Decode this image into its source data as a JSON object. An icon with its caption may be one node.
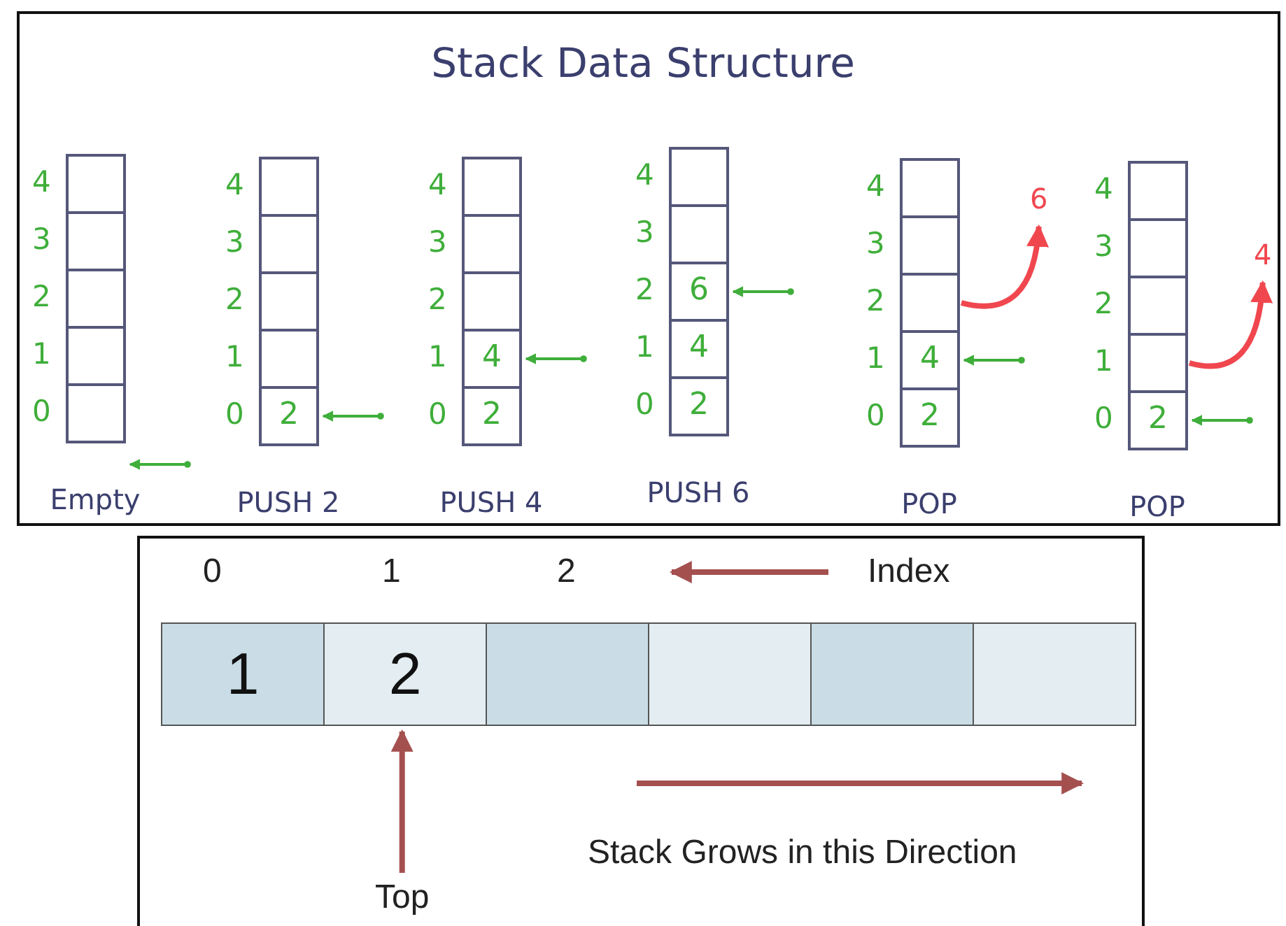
{
  "diagram": {
    "title": "Stack Data Structure",
    "nodes": [
      {
        "text": [
          "Empty"
        ]
      },
      {
        "text": [],
        "shape": "box",
        "in": 0
      },
      {
        "text": [],
        "shape": "box",
        "in": 0
      },
      {
        "text": [],
        "shape": "box",
        "in": 0
      },
      {
        "text": [],
        "shape": "box",
        "in": 0
      },
      {
        "text": [],
        "shape": "box",
        "in": 0
      },
      {
        "text": [
          "PUSH 2"
        ]
      },
      {
        "text": [],
        "shape": "box",
        "in": 6
      },
      {
        "text": [],
        "shape": "box",
        "in": 6
      },
      {
        "text": [],
        "shape": "box",
        "in": 6
      },
      {
        "text": [],
        "shape": "box",
        "in": 6
      },
      {
        "text": [
          "2"
        ],
        "in": 6
      },
      {
        "text": [
          "PUSH 4"
        ]
      },
      {
        "text": [],
        "shape": "box",
        "in": 12
      },
      {
        "text": [],
        "shape": "box",
        "in": 12
      },
      {
        "text": [],
        "shape": "box",
        "in": 12
      },
      {
        "text": [
          "4"
        ],
        "in": 12
      },
      {
        "text": [
          "2"
        ],
        "in": 12
      },
      {
        "text": [
          "PUSH 6"
        ]
      },
      {
        "text": [],
        "shape": "box",
        "in": 18
      },
      {
        "text": [],
        "shape": "box",
        "in": 18
      },
      {
        "text": [
          "6"
        ],
        "in": 18
      },
      {
        "text": [
          "4"
        ],
        "in": 18
      },
      {
        "text": [
          "2"
        ],
        "in": 18
      },
      {
        "text": [
          "POP"
        ]
      },
      {
        "text": [],
        "shape": "box",
        "in": 24
      },
      {
        "text": [],
        "shape": "box",
        "in": 24
      },
      {
        "text": [],
        "shape": "box",
        "in": 24
      },
      {
        "text": [
          "4"
        ],
        "in": 24
      },
      {
        "text": [
          "2"
        ],
        "in": 24
      },
      {
        "text": [
          "6"
        ]
      },
      {
        "text": [
          "POP"
        ]
      },
      {
        "text": [],
        "shape": "box",
        "in": 31
      },
      {
        "text": [],
        "shape": "box",
        "in": 31
      },
      {
        "text": [],
        "shape": "box",
        "in": 31
      },
      {
        "text": [],
        "shape": "box",
        "in": 31
      },
      {
        "text": [
          "2"
        ],
        "in": 31
      },
      {
        "text": [
          "4"
        ]
      },
      {
        "text": [
          "Index"
        ]
      },
      {
        "text": [
          "1"
        ]
      },
      {
        "text": [
          "2"
        ]
      },
      {
        "text": [],
        "shape": "box"
      },
      {
        "text": [],
        "shape": "box"
      },
      {
        "text": [],
        "shape": "box"
      },
      {
        "text": [],
        "shape": "box"
      },
      {
        "text": [
          "Top"
        ]
      }
    ],
    "edges": [
      {
        "from": null,
        "to": 0,
        "arrow": "to"
      },
      {
        "from": null,
        "to": 11,
        "arrow": "to"
      },
      {
        "from": null,
        "to": 16,
        "arrow": "to"
      },
      {
        "from": null,
        "to": 21,
        "arrow": "to"
      },
      {
        "from": null,
        "to": 28,
        "arrow": "to"
      },
      {
        "from": null,
        "to": 36,
        "arrow": "to"
      },
      {
        "from": 27,
        "to": 30,
        "arrow": "to",
        "style": "thick",
        "color": "#f0474f"
      },
      {
        "from": 35,
        "to": 37,
        "arrow": "to",
        "style": "thick",
        "color": "#f0474f"
      },
      {
        "from": 38,
        "to": null,
        "arrow": "to",
        "style": "thick",
        "color": "#a4504f"
      },
      {
        "from": 45,
        "to": 40,
        "arrow": "to",
        "style": "thick",
        "color": "#a4504f"
      }
    ],
    "labels": [
      "4",
      "3",
      "2",
      "1",
      "0",
      "4",
      "3",
      "2",
      "1",
      "0",
      "4",
      "3",
      "2",
      "1",
      "0",
      "4",
      "3",
      "2",
      "1",
      "0",
      "4",
      "3",
      "2",
      "1",
      "0",
      "4",
      "3",
      "2",
      "1",
      "0",
      "0",
      "1",
      "2",
      "Stack Grows in this Direction"
    ]
  }
}
